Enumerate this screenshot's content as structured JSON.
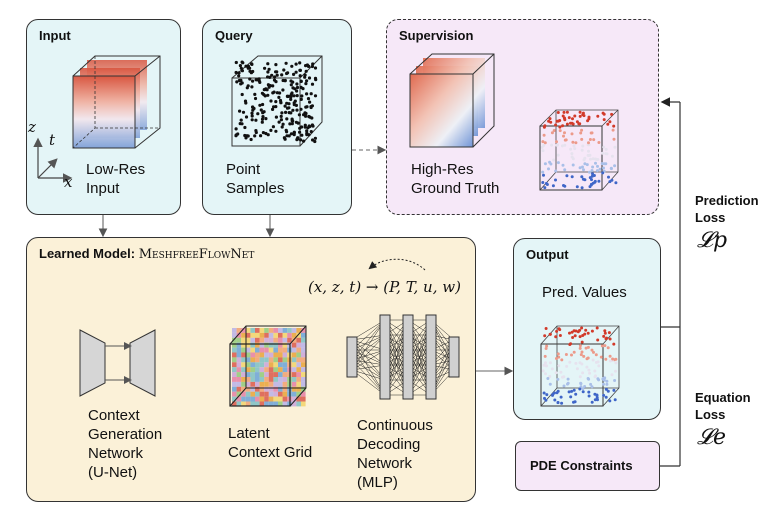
{
  "input": {
    "title": "Input",
    "caption": [
      "Low-Res",
      "Input"
    ],
    "axes": {
      "z": "z",
      "t": "t",
      "x": "x"
    }
  },
  "query": {
    "title": "Query",
    "caption": [
      "Point",
      "Samples"
    ]
  },
  "supervision": {
    "title": "Supervision",
    "caption": [
      "High-Res",
      "Ground Truth"
    ]
  },
  "model": {
    "title_prefix": "Learned Model:",
    "title_name": "MeshfreeFlowNet",
    "formula": "(x, z, t) → (P, T, u, w)",
    "components": [
      {
        "label": [
          "Context",
          "Generation",
          "Network",
          "(U-Net)"
        ]
      },
      {
        "label": [
          "Latent",
          "Context Grid"
        ]
      },
      {
        "label": [
          "Continuous",
          "Decoding",
          "Network",
          "(MLP)"
        ]
      }
    ]
  },
  "output": {
    "title": "Output",
    "caption": "Pred. Values"
  },
  "pde": {
    "title": "PDE Constraints"
  },
  "losses": {
    "prediction": {
      "label": [
        "Prediction",
        "Loss"
      ],
      "symbol": "𝓛p"
    },
    "equation": {
      "label": [
        "Equation",
        "Loss"
      ],
      "symbol": "𝓛e"
    }
  },
  "colors": {
    "input_bg": "#e4f5f7",
    "query_bg": "#e4f5f7",
    "output_bg": "#e4f5f7",
    "supervision_bg": "#f6e8f8",
    "model_bg": "#fbf1d8",
    "pde_bg": "#f6e8f8"
  }
}
